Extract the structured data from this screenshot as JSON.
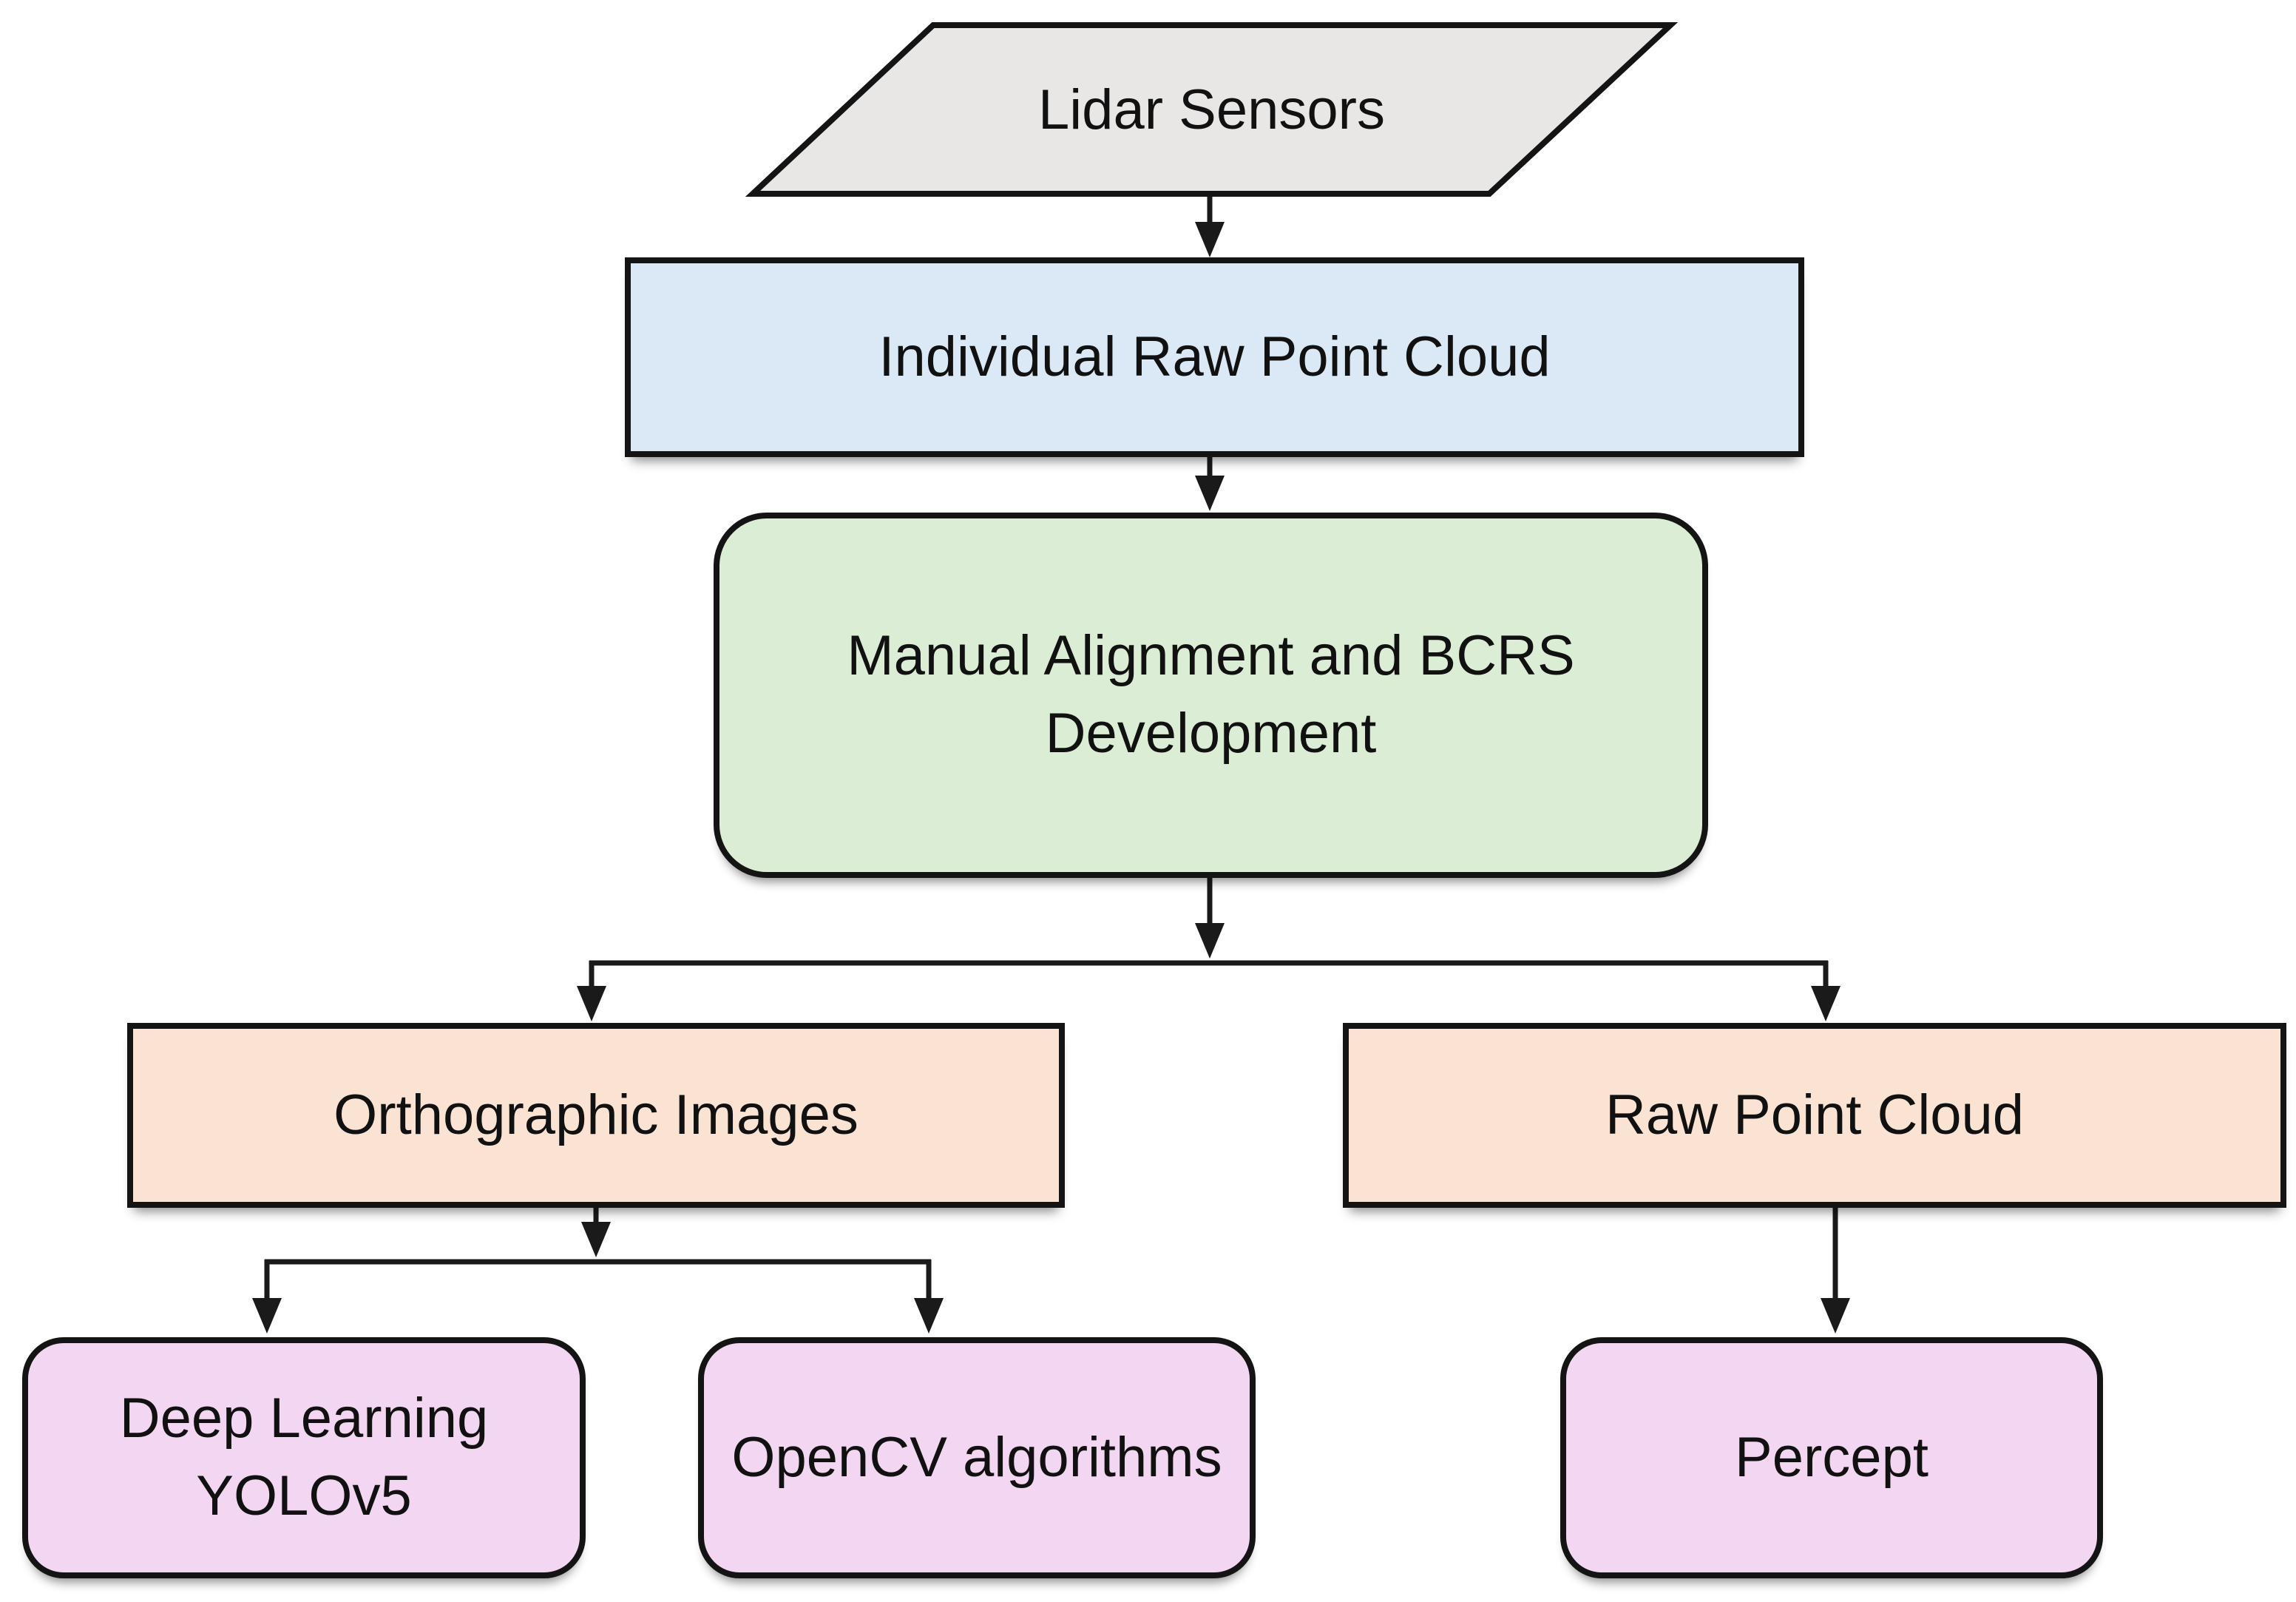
{
  "nodes": {
    "lidar": {
      "label": "Lidar Sensors",
      "shape": "parallelogram",
      "fill": "#e8e7e6"
    },
    "individual_raw_point_cloud": {
      "label": "Individual Raw Point Cloud",
      "shape": "rectangle",
      "fill": "#dbe9f6"
    },
    "manual_alignment": {
      "line1": "Manual Alignment and BCRS",
      "line2": "Development",
      "shape": "rounded-rectangle",
      "fill": "#dcedd5"
    },
    "orthographic_images": {
      "label": "Orthographic Images",
      "shape": "rectangle",
      "fill": "#fbe3d3"
    },
    "raw_point_cloud": {
      "label": "Raw Point Cloud",
      "shape": "rectangle",
      "fill": "#fbe3d3"
    },
    "deep_learning_yolov5": {
      "line1": "Deep Learning",
      "line2": "YOLOv5",
      "shape": "rounded-rectangle",
      "fill": "#f3d6f1"
    },
    "opencv_algorithms": {
      "label": "OpenCV algorithms",
      "shape": "rounded-rectangle",
      "fill": "#f3d6f1"
    },
    "percept": {
      "label": "Percept",
      "shape": "rounded-rectangle",
      "fill": "#f3d6f1"
    }
  },
  "edges": [
    {
      "from": "lidar",
      "to": "individual_raw_point_cloud"
    },
    {
      "from": "individual_raw_point_cloud",
      "to": "manual_alignment"
    },
    {
      "from": "manual_alignment",
      "to": "orthographic_images"
    },
    {
      "from": "manual_alignment",
      "to": "raw_point_cloud"
    },
    {
      "from": "orthographic_images",
      "to": "deep_learning_yolov5"
    },
    {
      "from": "orthographic_images",
      "to": "opencv_algorithms"
    },
    {
      "from": "raw_point_cloud",
      "to": "percept"
    }
  ],
  "colors": {
    "line": "#1a1a1a",
    "border": "#141414",
    "text": "#111111",
    "background": "#ffffff"
  }
}
